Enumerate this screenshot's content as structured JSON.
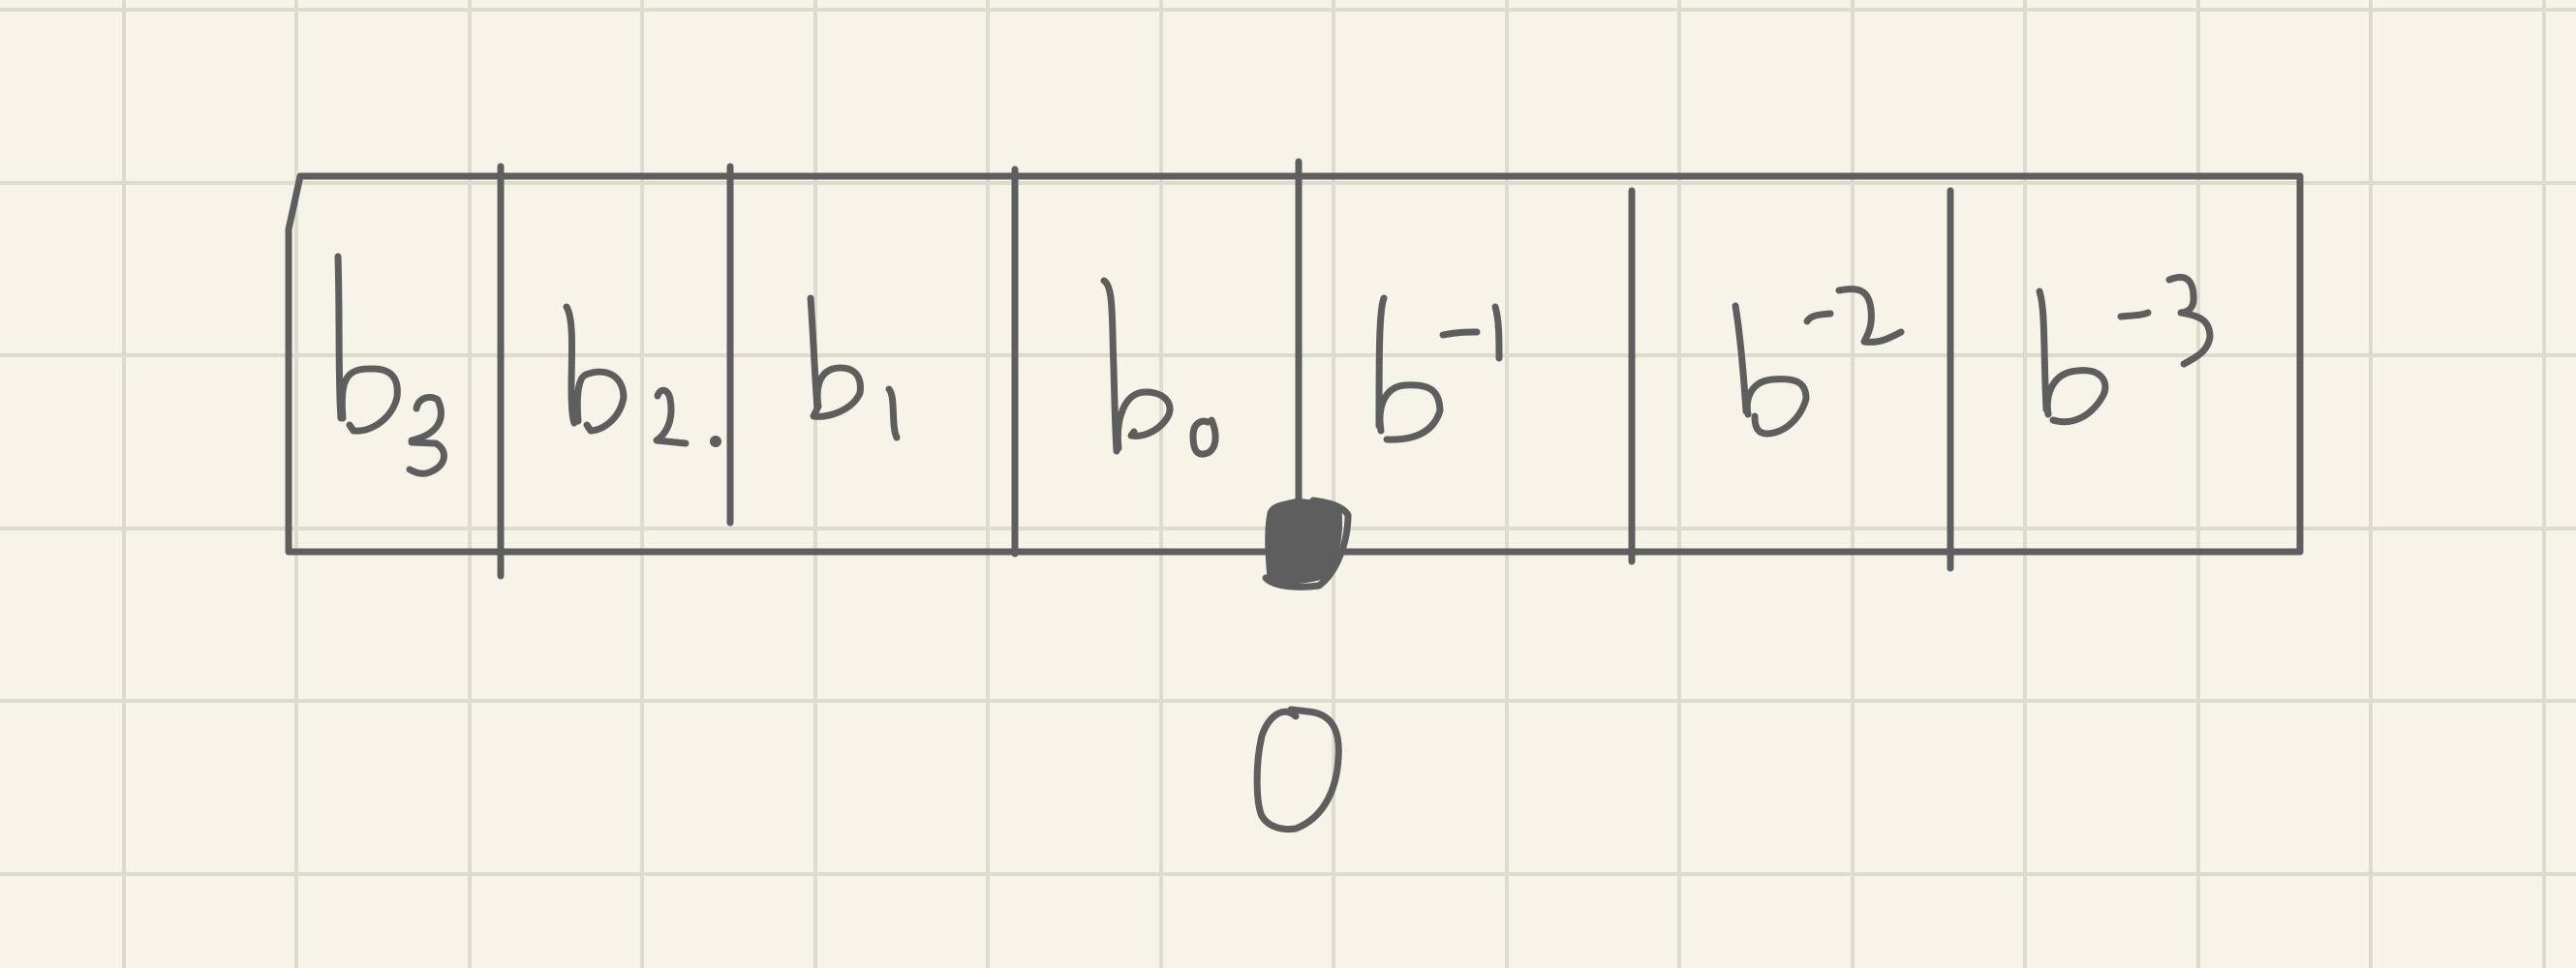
{
  "diagram": {
    "background_color": "#f6f4e8",
    "grid_color": "#dcdccc",
    "ink_color": "#5e5e5e",
    "cells": [
      {
        "id": "b3",
        "label": "b3"
      },
      {
        "id": "b2",
        "label": "b2"
      },
      {
        "id": "b1",
        "label": "b1"
      },
      {
        "id": "b0",
        "label": "b0"
      },
      {
        "id": "b-1",
        "label": "b-1"
      },
      {
        "id": "b-2",
        "label": "b-2"
      },
      {
        "id": "b-3",
        "label": "b-3"
      }
    ],
    "origin_label": "0"
  }
}
